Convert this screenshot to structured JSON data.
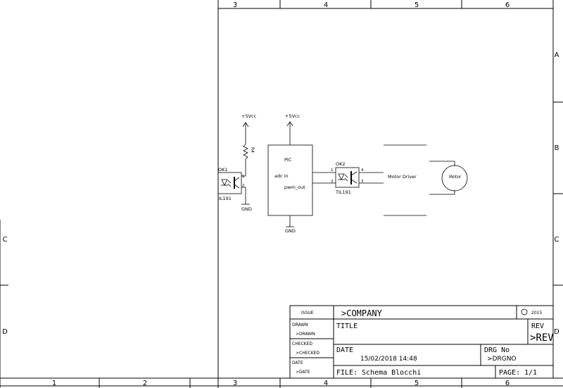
{
  "frame": {
    "top_columns": [
      "3",
      "4",
      "5",
      "6"
    ],
    "bottom_columns": [
      "1",
      "2",
      "3",
      "4",
      "5",
      "6"
    ],
    "right_rows": [
      "A",
      "B",
      "C",
      "D"
    ],
    "left_rows": [
      "C",
      "D"
    ]
  },
  "schematic": {
    "vcc_left": "+5Vcc",
    "vcc_right": "+5Vcc",
    "gnd_ok1": "GND",
    "gnd_pic": "GND",
    "ok1": {
      "ref": "OK1",
      "part": "IL191",
      "pin1": "1",
      "pin2": "2"
    },
    "resistor": {
      "ref": "R4"
    },
    "pic": {
      "name": "PIC",
      "pin_in": "adc in",
      "pin_out": "pwm_out"
    },
    "ok2": {
      "ref": "OK2",
      "part": "TIL191",
      "pin1": "1",
      "pin2": "2",
      "pin3": "3",
      "pin4": "4"
    },
    "driver": {
      "label": "Motor Driver"
    },
    "motor": {
      "label": "Motor"
    }
  },
  "title_block": {
    "issue_label": "ISSUE",
    "company": ">COMPANY",
    "year": "2015",
    "drawn_label": "DRAWN",
    "drawn_value": ">DRAWN",
    "checked_label": "CHECKED",
    "checked_value": ">CHECKED",
    "date_small_label": "DATE",
    "date_small_value": ">DATE",
    "title_label": "TITLE",
    "rev_label": "REV",
    "rev_value": ">REV",
    "date_label": "DATE",
    "date_value": "15/02/2018 14:48",
    "drgno_label": "DRG No",
    "drgno_value": ">DRGNO",
    "file_label": "FILE:",
    "file_value": "Schema Blocchi",
    "page_label": "PAGE:",
    "page_value": "1/1"
  }
}
